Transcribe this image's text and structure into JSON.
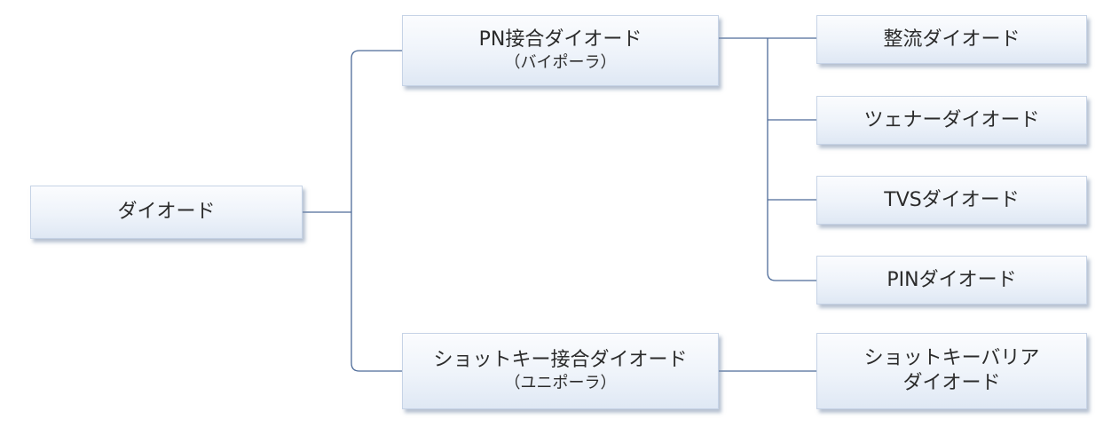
{
  "diagram": {
    "root": {
      "label": "ダイオード"
    },
    "pn_junction": {
      "label": "PN接合ダイオード",
      "sublabel": "（バイポーラ）",
      "children": [
        {
          "label": "整流ダイオード"
        },
        {
          "label": "ツェナーダイオード"
        },
        {
          "label": "TVSダイオード"
        },
        {
          "label": "PINダイオード"
        }
      ]
    },
    "schottky_junction": {
      "label": "ショットキー接合ダイオード",
      "sublabel": "（ユニポーラ）",
      "children": [
        {
          "line1": "ショットキーバリア",
          "line2": "ダイオード"
        }
      ]
    },
    "colors": {
      "connector": "#4d6b99",
      "box_border": "#c6d3e6",
      "box_fill_top": "#fbfcfe",
      "box_fill_bottom": "#dfe8f4",
      "text": "#2b2b2b"
    }
  }
}
